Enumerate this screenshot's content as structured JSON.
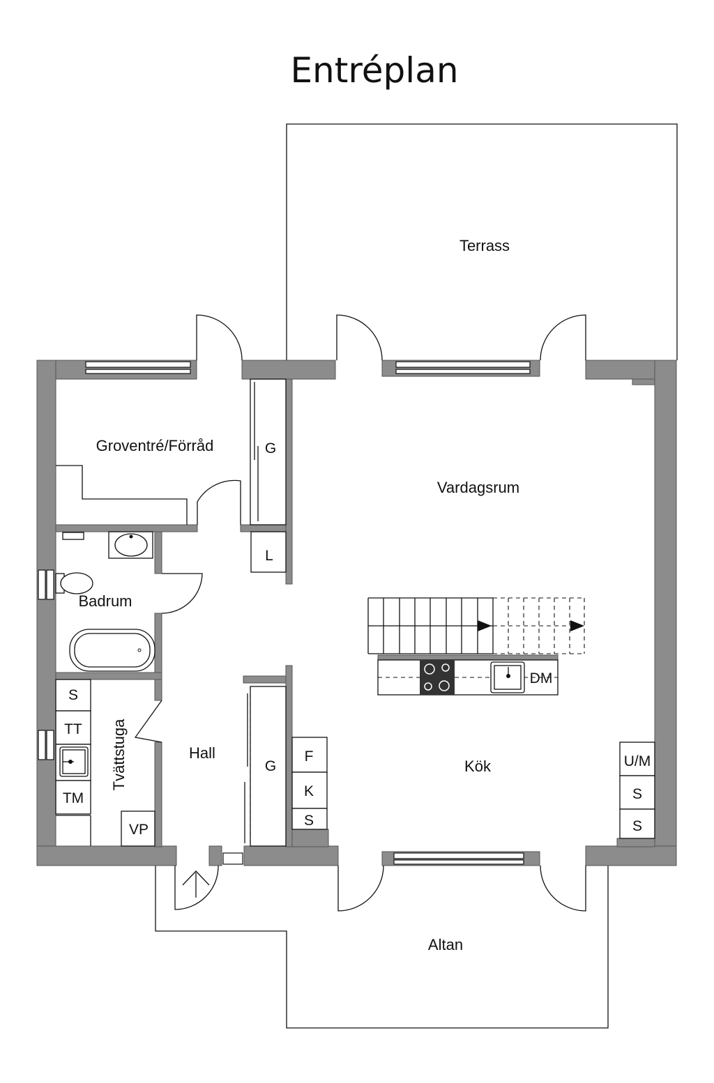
{
  "title": "Entréplan",
  "rooms": {
    "terrass": "Terrass",
    "groventre": "Groventré/Förråd",
    "vardagsrum": "Vardagsrum",
    "badrum": "Badrum",
    "tvattstuga": "Tvättstuga",
    "hall": "Hall",
    "kok": "Kök",
    "altan": "Altan"
  },
  "labels": {
    "garderob_upper": "G",
    "linen": "L",
    "garderob_hall": "G",
    "dishwasher": "DM",
    "fridge": "F",
    "kyl": "K",
    "kok_s": "S",
    "umicro": "U/M",
    "skap_1": "S",
    "skap_2": "S",
    "tvatt_s": "S",
    "torktumlare": "TT",
    "tvattmaskin": "TM",
    "vp": "VP"
  },
  "colors": {
    "wall": "#8c8c8c",
    "line": "#111111",
    "background": "#ffffff"
  }
}
